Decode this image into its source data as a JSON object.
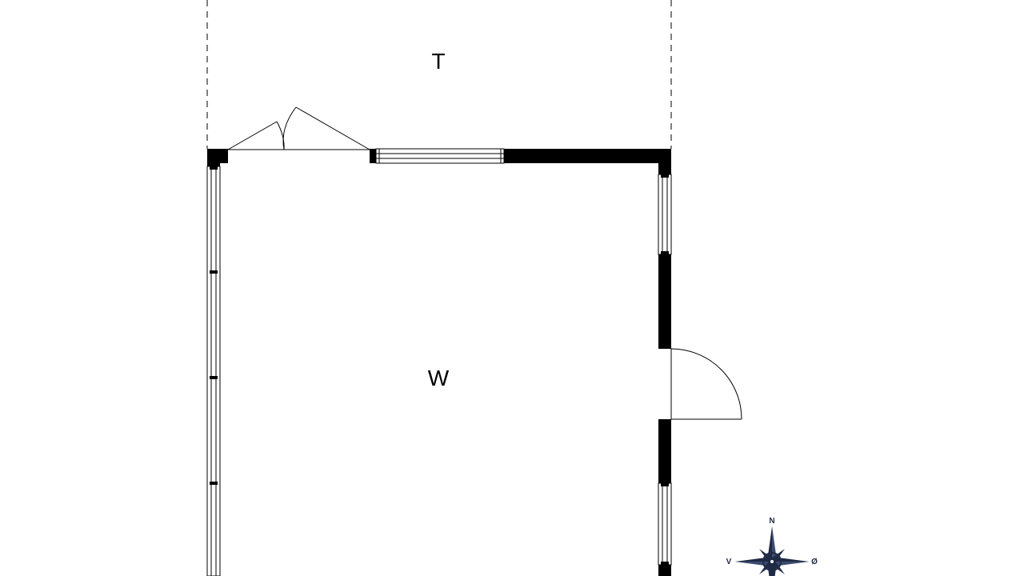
{
  "rooms": {
    "terrace": {
      "label": "T"
    },
    "main_room": {
      "label": "W"
    }
  },
  "compass": {
    "north": "N",
    "west": "V",
    "east": "Ø"
  },
  "colors": {
    "wall": "#000000",
    "line": "#000000",
    "background": "#ffffff",
    "compass": "#1f2a44"
  }
}
